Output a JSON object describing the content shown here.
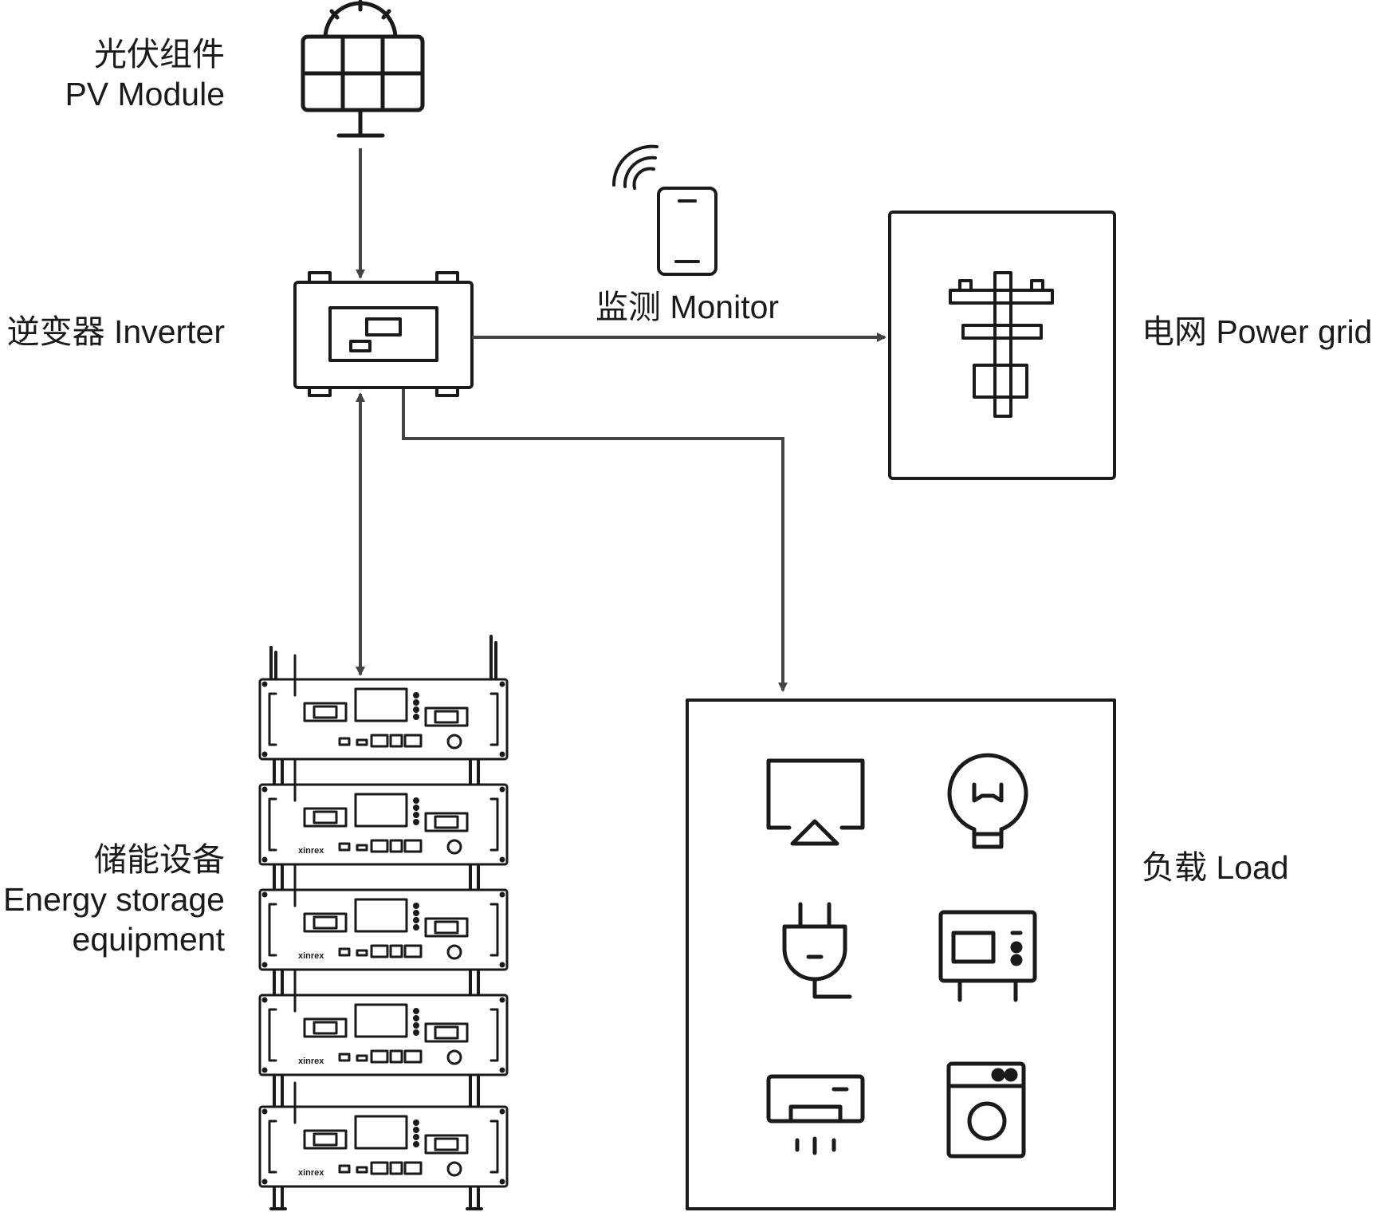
{
  "diagram": {
    "pv_module": {
      "label_cn": "光伏组件",
      "label_en": "PV Module",
      "icon": "solar-panel-icon"
    },
    "inverter": {
      "label": "逆变器 Inverter",
      "icon": "inverter-icon"
    },
    "monitor": {
      "label": "监测 Monitor",
      "icon": "smartphone-wifi-icon"
    },
    "power_grid": {
      "label": "电网 Power grid",
      "icon": "power-pole-icon"
    },
    "energy_storage": {
      "label_cn": "储能设备",
      "label_en_line1": "Energy storage",
      "label_en_line2": "equipment",
      "brand": "xinrex",
      "module_count": 5,
      "icon": "battery-rack-icon"
    },
    "load": {
      "label": "负载 Load",
      "icons": [
        "tv-icon",
        "light-bulb-icon",
        "plug-icon",
        "microwave-icon",
        "air-conditioner-icon",
        "washing-machine-icon"
      ]
    },
    "colors": {
      "line": "#1a1a1a",
      "arrow": "#444444",
      "background": "#ffffff"
    }
  }
}
